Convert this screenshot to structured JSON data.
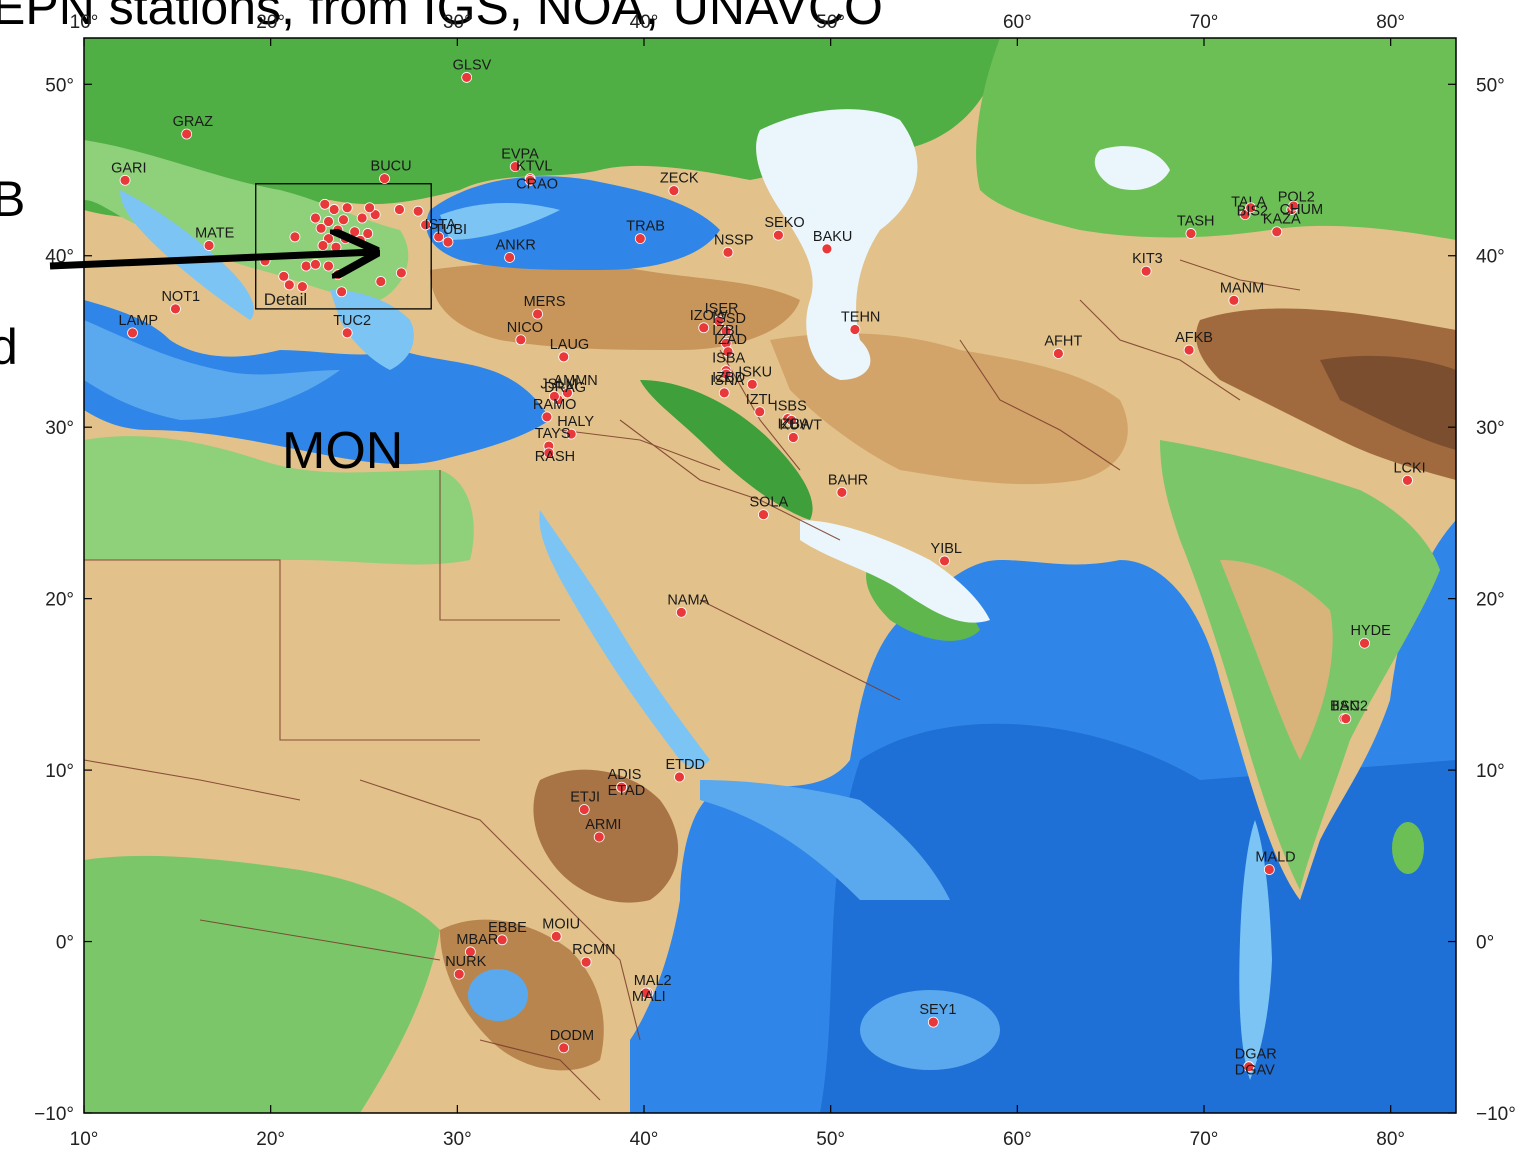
{
  "title": "EPN stations, from IGS, NOA, UNAVCO",
  "side_fragments": [
    "B",
    "d"
  ],
  "region_label": "MON",
  "detail_label": "Detail",
  "colors": {
    "sea_deep": "#2f86e8",
    "sea_shallow": "#7cc4f4",
    "lowland": "#3fa63a",
    "plain": "#8fd07a",
    "upland": "#e6c78e",
    "highland": "#c8955a",
    "mountain": "#8a5a34",
    "inland_water": "#eaf6fb",
    "station": "#e8383a",
    "border": "#7a3a2a"
  },
  "axes": {
    "lon_ticks": [
      "10°",
      "20°",
      "30°",
      "40°",
      "50°",
      "60°",
      "70°",
      "80°"
    ],
    "lat_ticks": [
      "50°",
      "40°",
      "30°",
      "20°",
      "10°",
      "0°",
      "−10°"
    ],
    "lon_range": [
      10,
      83.5
    ],
    "lat_range": [
      -10,
      52.7
    ]
  },
  "detail_box": {
    "lon": [
      19.2,
      28.6
    ],
    "lat": [
      36.9,
      44.2
    ]
  },
  "arrow": {
    "from": [
      -12,
      40.7
    ],
    "to": [
      25.8,
      40.1
    ]
  },
  "stations": [
    {
      "name": "GLSV",
      "lon": 30.5,
      "lat": 50.4
    },
    {
      "name": "GRAZ",
      "lon": 15.5,
      "lat": 47.1
    },
    {
      "name": "GARI",
      "lon": 12.2,
      "lat": 44.4
    },
    {
      "name": "BUCU",
      "lon": 26.1,
      "lat": 44.5
    },
    {
      "name": "MATE",
      "lon": 16.7,
      "lat": 40.6
    },
    {
      "name": "NOT1",
      "lon": 14.9,
      "lat": 36.9
    },
    {
      "name": "LAMP",
      "lon": 12.6,
      "lat": 35.5
    },
    {
      "name": "TUC2",
      "lon": 24.1,
      "lat": 35.5
    },
    {
      "name": "EVPA",
      "lon": 33.1,
      "lat": 45.2
    },
    {
      "name": "KTVL",
      "lon": 33.9,
      "lat": 44.5
    },
    {
      "name": "CRAO",
      "lon": 33.9,
      "lat": 44.4
    },
    {
      "name": "ZECK",
      "lon": 41.6,
      "lat": 43.8
    },
    {
      "name": "ISTA",
      "lon": 29.0,
      "lat": 41.1
    },
    {
      "name": "TUBI",
      "lon": 29.5,
      "lat": 40.8
    },
    {
      "name": "ANKR",
      "lon": 32.8,
      "lat": 39.9
    },
    {
      "name": "TRAB",
      "lon": 39.8,
      "lat": 41.0
    },
    {
      "name": "SEKO",
      "lon": 47.2,
      "lat": 41.2
    },
    {
      "name": "NSSP",
      "lon": 44.5,
      "lat": 40.2
    },
    {
      "name": "BAKU",
      "lon": 49.8,
      "lat": 40.4
    },
    {
      "name": "MERS",
      "lon": 34.3,
      "lat": 36.6
    },
    {
      "name": "NICO",
      "lon": 33.4,
      "lat": 35.1
    },
    {
      "name": "LAUG",
      "lon": 35.7,
      "lat": 34.1
    },
    {
      "name": "IZOW",
      "lon": 43.2,
      "lat": 35.8
    },
    {
      "name": "ISER",
      "lon": 44.0,
      "lat": 36.2
    },
    {
      "name": "ISSD",
      "lon": 44.4,
      "lat": 35.6
    },
    {
      "name": "IZBL",
      "lon": 44.4,
      "lat": 34.9
    },
    {
      "name": "IZAD",
      "lon": 44.5,
      "lat": 34.4
    },
    {
      "name": "ISBA",
      "lon": 44.4,
      "lat": 33.3
    },
    {
      "name": "IZBD",
      "lon": 44.4,
      "lat": 33.1
    },
    {
      "name": "ISKU",
      "lon": 45.8,
      "lat": 32.5
    },
    {
      "name": "ISNA",
      "lon": 44.3,
      "lat": 32.0
    },
    {
      "name": "AMMN",
      "lon": 35.9,
      "lat": 32.0
    },
    {
      "name": "DRAG",
      "lon": 35.4,
      "lat": 31.6
    },
    {
      "name": "JSLM",
      "lon": 35.2,
      "lat": 31.8
    },
    {
      "name": "RAMO",
      "lon": 34.8,
      "lat": 30.6
    },
    {
      "name": "HALY",
      "lon": 36.1,
      "lat": 29.6
    },
    {
      "name": "TAYS",
      "lon": 34.9,
      "lat": 28.9
    },
    {
      "name": "RASH",
      "lon": 34.9,
      "lat": 28.5
    },
    {
      "name": "IZTL",
      "lon": 46.2,
      "lat": 30.9
    },
    {
      "name": "ISBS",
      "lon": 47.7,
      "lat": 30.5
    },
    {
      "name": "IZBA",
      "lon": 47.9,
      "lat": 30.4
    },
    {
      "name": "KUWT",
      "lon": 48.0,
      "lat": 29.4
    },
    {
      "name": "TEHN",
      "lon": 51.3,
      "lat": 35.7
    },
    {
      "name": "BAHR",
      "lon": 50.6,
      "lat": 26.2
    },
    {
      "name": "SOLA",
      "lon": 46.4,
      "lat": 24.9
    },
    {
      "name": "YIBL",
      "lon": 56.1,
      "lat": 22.2
    },
    {
      "name": "NAMA",
      "lon": 42.0,
      "lat": 19.2
    },
    {
      "name": "AFHT",
      "lon": 62.2,
      "lat": 34.3
    },
    {
      "name": "AFKB",
      "lon": 69.2,
      "lat": 34.5
    },
    {
      "name": "KIT3",
      "lon": 66.9,
      "lat": 39.1
    },
    {
      "name": "MANM",
      "lon": 71.6,
      "lat": 37.4
    },
    {
      "name": "TALA",
      "lon": 72.2,
      "lat": 42.4
    },
    {
      "name": "BIS2",
      "lon": 72.5,
      "lat": 42.8
    },
    {
      "name": "POL2",
      "lon": 74.7,
      "lat": 42.7
    },
    {
      "name": "CHUM",
      "lon": 74.8,
      "lat": 42.9
    },
    {
      "name": "TASH",
      "lon": 69.3,
      "lat": 41.3
    },
    {
      "name": "KAZA",
      "lon": 73.9,
      "lat": 41.4
    },
    {
      "name": "LCKI",
      "lon": 80.9,
      "lat": 26.9
    },
    {
      "name": "HYDE",
      "lon": 78.6,
      "lat": 17.4
    },
    {
      "name": "BAN2",
      "lon": 77.5,
      "lat": 13.0
    },
    {
      "name": "IISC",
      "lon": 77.6,
      "lat": 13.0
    },
    {
      "name": "MALD",
      "lon": 73.5,
      "lat": 4.2
    },
    {
      "name": "DGAR",
      "lon": 72.4,
      "lat": -7.3
    },
    {
      "name": "DGAV",
      "lon": 72.4,
      "lat": -7.3
    },
    {
      "name": "SEY1",
      "lon": 55.5,
      "lat": -4.7
    },
    {
      "name": "ETDD",
      "lon": 41.9,
      "lat": 9.6
    },
    {
      "name": "ADIS",
      "lon": 38.8,
      "lat": 9.0
    },
    {
      "name": "ETJI",
      "lon": 36.8,
      "lat": 7.7
    },
    {
      "name": "ETAD",
      "lon": 38.8,
      "lat": 9.0
    },
    {
      "name": "ARMI",
      "lon": 37.6,
      "lat": 6.1
    },
    {
      "name": "MBAR",
      "lon": 30.7,
      "lat": -0.6
    },
    {
      "name": "EBBE",
      "lon": 32.4,
      "lat": 0.1
    },
    {
      "name": "MOIU",
      "lon": 35.3,
      "lat": 0.3
    },
    {
      "name": "RCMN",
      "lon": 36.9,
      "lat": -1.2
    },
    {
      "name": "NURK",
      "lon": 30.1,
      "lat": -1.9
    },
    {
      "name": "MAL2",
      "lon": 40.2,
      "lat": -3.0
    },
    {
      "name": "MALI",
      "lon": 40.1,
      "lat": -3.0
    },
    {
      "name": "DODM",
      "lon": 35.7,
      "lat": -6.2
    }
  ],
  "unlabeled_stations": [
    [
      22.9,
      43.0
    ],
    [
      23.4,
      42.7
    ],
    [
      22.4,
      42.2
    ],
    [
      23.1,
      42.0
    ],
    [
      23.9,
      42.1
    ],
    [
      24.9,
      42.2
    ],
    [
      25.6,
      42.4
    ],
    [
      24.1,
      42.8
    ],
    [
      22.7,
      41.6
    ],
    [
      23.6,
      41.5
    ],
    [
      24.5,
      41.4
    ],
    [
      25.2,
      41.3
    ],
    [
      23.1,
      41.0
    ],
    [
      24.0,
      41.0
    ],
    [
      21.3,
      41.1
    ],
    [
      22.8,
      40.6
    ],
    [
      23.5,
      40.5
    ],
    [
      24.8,
      40.9
    ],
    [
      26.9,
      42.7
    ],
    [
      27.9,
      42.6
    ],
    [
      28.3,
      41.8
    ],
    [
      25.3,
      42.8
    ],
    [
      19.7,
      39.7
    ],
    [
      20.7,
      38.8
    ],
    [
      21.9,
      39.4
    ],
    [
      22.4,
      39.5
    ],
    [
      23.1,
      39.4
    ],
    [
      23.6,
      38.9
    ],
    [
      21.0,
      38.3
    ],
    [
      21.7,
      38.2
    ],
    [
      23.8,
      37.9
    ],
    [
      27.0,
      39.0
    ],
    [
      25.9,
      38.5
    ]
  ]
}
